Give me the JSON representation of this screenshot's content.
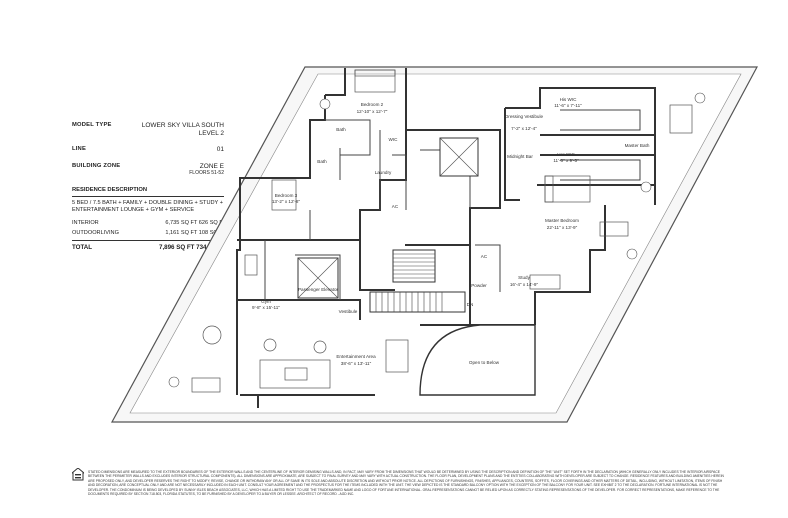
{
  "info": {
    "model_type_label": "MODEL TYPE",
    "model_type_value_1": "LOWER SKY VILLA SOUTH",
    "model_type_value_2": "LEVEL 2",
    "line_label": "LINE",
    "line_value": "01",
    "zone_label": "BUILDING ZONE",
    "zone_value": "ZONE E",
    "zone_floors": "FLOORS 51-52",
    "residence_heading": "RESIDENCE DESCRIPTION",
    "residence_desc": "5 BED / 7.5 BATH + FAMILY + DOUBLE DINING + STUDY + ENTERTAINMENT LOUNGE + GYM + SERVICE",
    "areas": [
      {
        "label": "INTERIOR",
        "value": "6,735 SQ FT 626 SQ M"
      },
      {
        "label": "OUTDOORLIVING",
        "value": "1,161 SQ FT 108 SQ M"
      }
    ],
    "total_label": "TOTAL",
    "total_value": "7,896 SQ FT 734 SQ M"
  },
  "rooms": {
    "bedroom2": {
      "name": "Bedroom 2",
      "dim": "12'-10\" x 12'-7\""
    },
    "bath_a": {
      "name": "Bath"
    },
    "wic": {
      "name": "WIC"
    },
    "bath_b": {
      "name": "Bath"
    },
    "laundry": {
      "name": "Laundry"
    },
    "ac_a": {
      "name": "AC"
    },
    "bedroom3": {
      "name": "Bedroom 3",
      "dim": "13'-2\" x 12'-8\""
    },
    "dressing": {
      "name": "Dressing Vestibule",
      "dim": "7'-2\" x 12'-4\""
    },
    "midnight": {
      "name": "Midnight Bar"
    },
    "his_wic": {
      "name": "His WIC",
      "dim": "11'-6\" x 7'-11\""
    },
    "her_wic": {
      "name": "Her WIC",
      "dim": "11'-6\" x 9'-5\""
    },
    "master_bath": {
      "name": "Master Bath"
    },
    "master_bed": {
      "name": "Master Bedroom",
      "dim": "22'-11\" x 13'-9\""
    },
    "gym": {
      "name": "Gym",
      "dim": "9'-8\" x 15'-11\""
    },
    "elevator": {
      "name": "Passenger Elevator"
    },
    "vestibule": {
      "name": "Vestibule"
    },
    "ac_b": {
      "name": "AC"
    },
    "powder": {
      "name": "Powder"
    },
    "study": {
      "name": "Study",
      "dim": "16'-4\" x 14'-9\""
    },
    "dn": {
      "name": "DN"
    },
    "entertainment": {
      "name": "Entertainment Area",
      "dim": "38'-6\" x 13'-11\""
    },
    "open_below": {
      "name": "Open to Below"
    }
  },
  "disclaimer": "Stated dimensions are measured to the exterior boundaries of the exterior walls and the centerline of interior demising walls and, in fact, may vary from the dimensions that would be determined by using the description and definition of the \"unit\" set forth in the declaration (which generally only includes the interior airspace between the perimeter walls and excludes interior structural components). All dimensions are approximate, are subject to final survey and may vary with actual construction. The floor plan, development plans and the entities collaborating with developer are subject to change. Residence features and building amenities herein are proposed only, and developer reserves the right to modify, revise, change or withdraw any or all of same in its sole and absolute discretion and without prior notice. All depictions of furnishings, finishes, appliances, counters, soffits, floor coverings and other matters of detail, including, without limitation, items of finish and decoration, are conceptual only and are not necessarily included in each unit. Consult your agreement and the prospectus for the items included with the unit. The view depicted is the standard balcony option with the exception of the balcony for your unit. See exhibit 2 to the declaration. Fortune International is not the developer. The condominium is being developed by Sunny Isles Beach Associates, LLC, which has a limited right to use the trademarked name and logo of Fortune International. Oral representations cannot be relied upon as correctly stating representations of the developer. For correct representations, make reference to the documents required by Section 718.503, Florida Statutes, to be furnished by a developer to a buyer or lessee. Architect of record - AGD Inc."
}
